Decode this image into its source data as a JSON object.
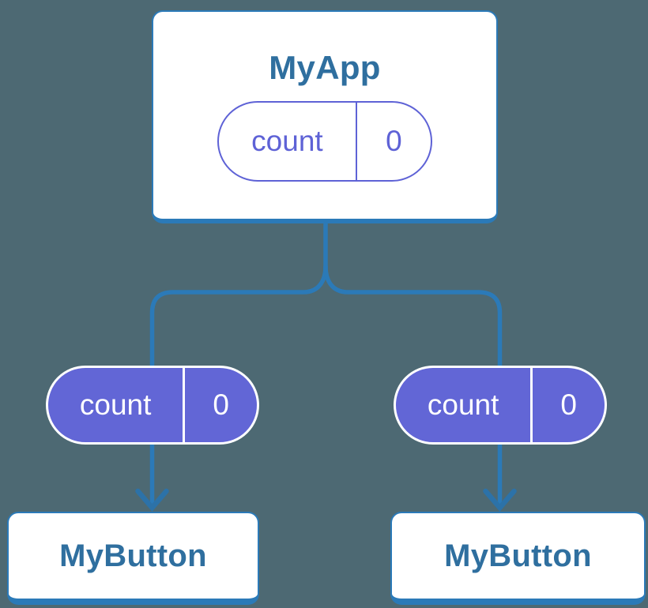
{
  "colors": {
    "background": "#4D6973",
    "connector": "#2B7AB8",
    "card_border": "#2B7AB8",
    "card_bg": "#FFFFFF",
    "title_text": "#2F6F9F",
    "pill_purple": "#6266D6",
    "pill_outline": "#5E62D6"
  },
  "diagram": {
    "root_card": {
      "title": "MyApp",
      "state": {
        "name": "count",
        "value": "0"
      }
    },
    "child_pills": [
      {
        "name": "count",
        "value": "0"
      },
      {
        "name": "count",
        "value": "0"
      }
    ],
    "child_cards": [
      {
        "title": "MyButton"
      },
      {
        "title": "MyButton"
      }
    ]
  }
}
